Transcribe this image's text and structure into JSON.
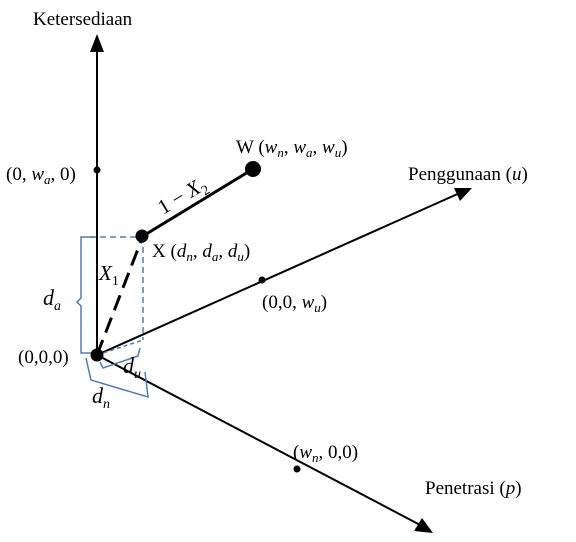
{
  "axes": {
    "y_label": "Ketersediaan",
    "u_label": "Penggunaan (",
    "u_var": "u",
    "p_label": "Penetrasi (",
    "p_var": "p",
    "close_paren": ")"
  },
  "points": {
    "origin": "(0,0,0)",
    "w_prefix": "W (",
    "x_prefix": "X (",
    "wa_point_prefix": "(0, ",
    "wa_point_suffix": ", 0)",
    "wu_point_prefix": "(0,0, ",
    "wn_point_prefix": "(",
    "wn_point_suffix": ", 0,0)"
  },
  "vars": {
    "w": "w",
    "d": "d",
    "n": "n",
    "a": "a",
    "u": "u",
    "X": "X",
    "one": "1"
  },
  "colors": {
    "black": "#000000",
    "bracket_blue": "#4a7ebb"
  }
}
